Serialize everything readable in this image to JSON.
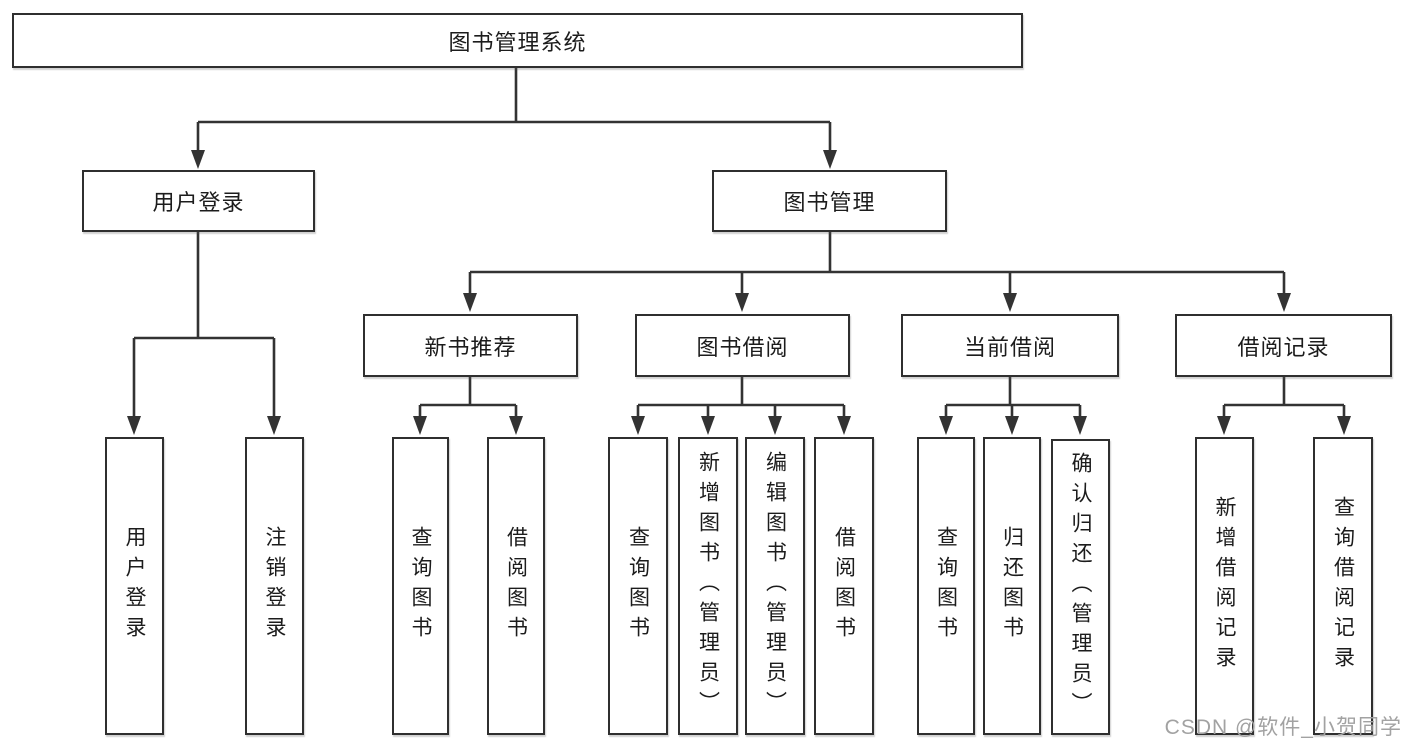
{
  "tree": {
    "root": {
      "label": "图书管理系统"
    },
    "branches": [
      {
        "label": "用户登录",
        "children": [
          {
            "label": "用户登录"
          },
          {
            "label": "注销登录"
          }
        ]
      },
      {
        "label": "图书管理",
        "children": [
          {
            "label": "新书推荐",
            "children": [
              {
                "label": "查询图书"
              },
              {
                "label": "借阅图书"
              }
            ]
          },
          {
            "label": "图书借阅",
            "children": [
              {
                "label": "查询图书"
              },
              {
                "label": "新增图书（管理员）"
              },
              {
                "label": "编辑图书（管理员）"
              },
              {
                "label": "借阅图书"
              }
            ]
          },
          {
            "label": "当前借阅",
            "children": [
              {
                "label": "查询图书"
              },
              {
                "label": "归还图书"
              },
              {
                "label": "确认归还（管理员）"
              }
            ]
          },
          {
            "label": "借阅记录",
            "children": [
              {
                "label": "新增借阅记录"
              },
              {
                "label": "查询借阅记录"
              }
            ]
          }
        ]
      }
    ]
  },
  "watermark": {
    "text": "CSDN @软件_小贺同学",
    "color": "#a2a2a2"
  },
  "colors": {
    "line": "#333333",
    "border": "#2f2f2f",
    "text": "#1c1c1c",
    "background": "#ffffff"
  }
}
